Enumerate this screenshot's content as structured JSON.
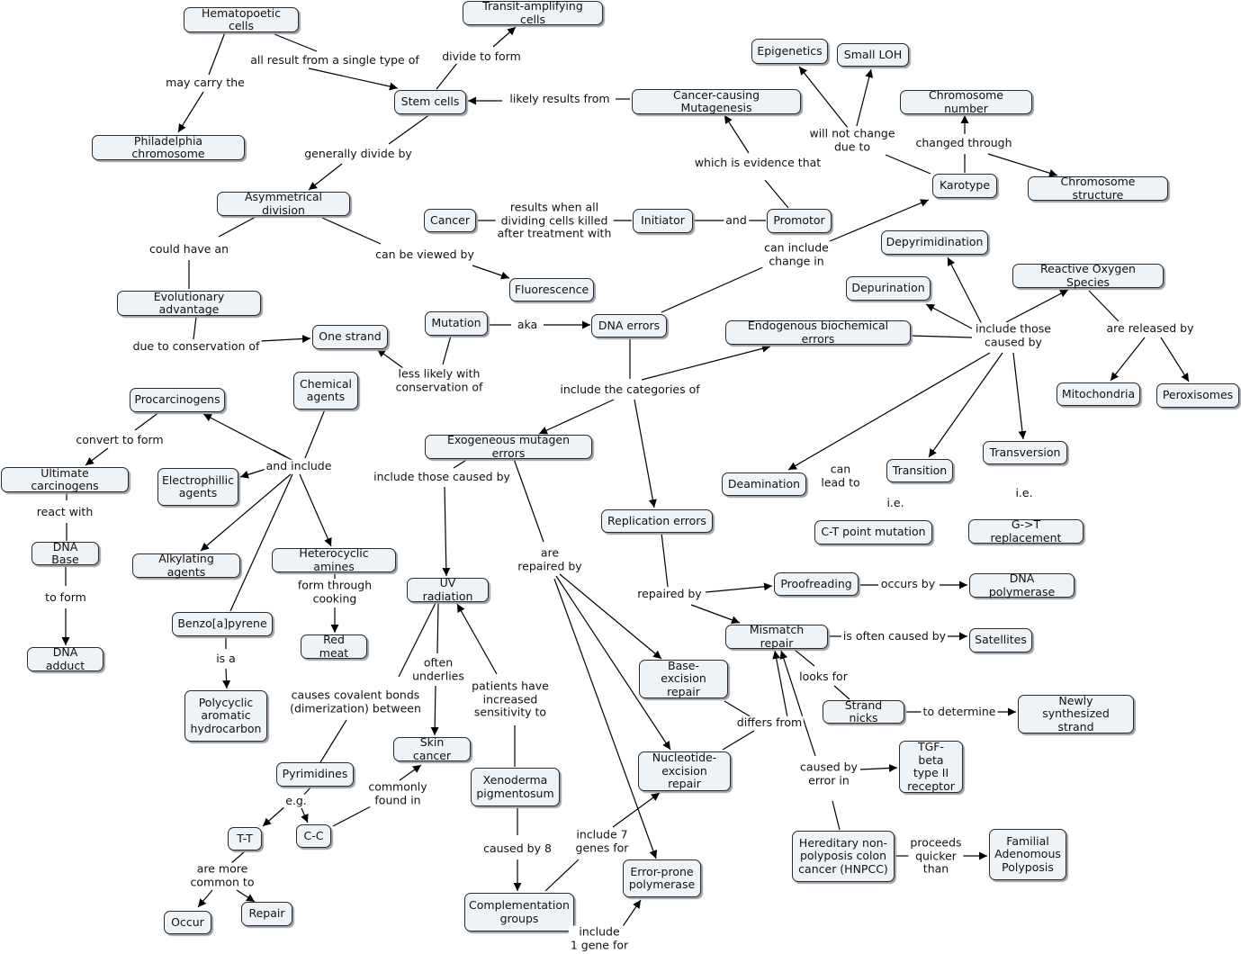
{
  "nodes": {
    "hematopoetic": "Hematopoetic cells",
    "transit": "Transit-amplifying cells",
    "stem": "Stem cells",
    "philadelphia": "Philadelphia chromosome",
    "cancer_mutagenesis": "Cancer-causing Mutagenesis",
    "epigenetics": "Epigenetics",
    "small_loh": "Small LOH",
    "chromosome_number": "Chromosome number",
    "asym": "Asymmetrical division",
    "cancer": "Cancer",
    "initiator": "Initiator",
    "promotor": "Promotor",
    "karotype": "Karotype",
    "chromosome_structure": "Chromosome structure",
    "depyrimidination": "Depyrimidination",
    "reactive_oxygen": "Reactive Oxygen Species",
    "fluorescence": "Fluorescence",
    "depurination": "Depurination",
    "evo": "Evolutionary advantage",
    "mutation": "Mutation",
    "dna_errors": "DNA errors",
    "endogenous": "Endogenous biochemical errors",
    "one_strand": "One strand",
    "chemical": "Chemical\nagents",
    "procarcinogens": "Procarcinogens",
    "mitochondria": "Mitochondria",
    "peroxisomes": "Peroxisomes",
    "exogeneous": "Exogeneous mutagen errors",
    "transversion": "Transversion",
    "transition": "Transition",
    "ultimate": "Ultimate carcinogens",
    "electrophillic": "Electrophillic\nagents",
    "deamination": "Deamination",
    "replication": "Replication errors",
    "ct_mutation": "C-T point mutation",
    "gt_replacement": "G->T replacement",
    "dna_base": "DNA Base",
    "alkylating": "Alkylating agents",
    "heterocyclic": "Heterocyclic amines",
    "uv": "UV radiation",
    "proofreading": "Proofreading",
    "dna_polymerase": "DNA polymerase",
    "benzo": "Benzo[a]pyrene",
    "red_meat": "Red meat",
    "mismatch": "Mismatch repair",
    "satellites": "Satellites",
    "dna_adduct": "DNA adduct",
    "base_excision": "Base-excision\nrepair",
    "polycyclic": "Polycyclic\naromatic\nhydrocarbon",
    "strand_nicks": "Strand nicks",
    "newly": "Newly\nsynthesized strand",
    "skin_cancer": "Skin cancer",
    "tgf": "TGF-beta\ntype II\nreceptor",
    "nucleotide_excision": "Nucleotide-\nexcision repair",
    "pyrimidines": "Pyrimidines",
    "xeroderma": "Xenoderma\npigmentosum",
    "tt": "T-T",
    "cc": "C-C",
    "hnpcc": "Hereditary non-\npolyposis colon\ncancer (HNPCC)",
    "familial": "Familial\nAdenomous\nPolyposis",
    "error_prone": "Error-prone\npolymerase",
    "complementation": "Complementation\ngroups",
    "occur": "Occur",
    "repair": "Repair"
  },
  "links": {
    "all_result": "all result from a single type of",
    "divide_to_form": "divide to form",
    "may_carry": "may carry the",
    "likely_results": "likely results from",
    "generally_divide": "generally divide by",
    "which_evidence": "which is evidence that",
    "will_not_change": "will not change\ndue to",
    "changed_through": "changed through",
    "results_when": "results when all\ndividing cells killed\nafter treatment with",
    "and": "and",
    "can_include": "can include\nchange in",
    "could_have": "could have an",
    "can_be_viewed": "can be viewed by",
    "due_to_conservation": "due to conservation of",
    "aka": "aka",
    "less_likely": "less likely with\nconservation of",
    "include_categories": "include the categories of",
    "include_those_caused": "include those\ncaused by",
    "are_released": "are released by",
    "convert_to_form": "convert to form",
    "and_include": "and include",
    "include_those_caused_by": "include those caused by",
    "react_with": "react with",
    "can_lead_to": "can\nlead to",
    "ie1": "i.e.",
    "ie2": "i.e.",
    "to_form": "to form",
    "are_repaired": "are\nrepaired by",
    "form_through": "form through\ncooking",
    "repaired_by": "repaired by",
    "occurs_by": "occurs by",
    "is_often_caused": "is often caused by",
    "is_a": "is a",
    "often_underlies": "often\nunderlies",
    "patients_have": "patients have\nincreased\nsensitivity to",
    "causes_covalent": "causes covalent bonds\n(dimerization) between",
    "looks_for": "looks for",
    "to_determine": "to determine",
    "differs_from": "differs from",
    "caused_by_error": "caused by\nerror in",
    "eg": "e.g.",
    "commonly_found": "commonly\nfound in",
    "caused_by_8": "caused by 8",
    "include_7": "include 7\ngenes for",
    "proceeds_quicker": "proceeds\nquicker\nthan",
    "are_more_common": "are more\ncommon to",
    "include_1": "include\n1 gene for"
  },
  "colors": {
    "node_fill": "#eef3f7",
    "node_border": "#2b2b2b",
    "line": "#000000"
  }
}
